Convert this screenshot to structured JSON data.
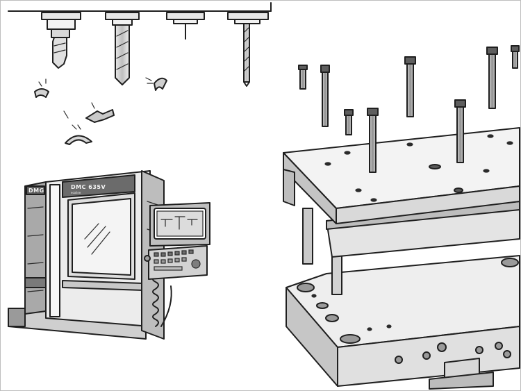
{
  "machine": {
    "brand_label": "DMG",
    "model_label": "DMC 635V",
    "model_sublabel": "ecoline"
  },
  "colors": {
    "ink": "#1f1f1f",
    "light_fill": "#ececec",
    "mid_fill": "#c8c8c8",
    "dark_fill": "#8a8a8a",
    "screen": "#dcdcdc",
    "background": "#ffffff"
  },
  "icons": {
    "cutting_tools": "end-mill-icons",
    "machine": "cnc-machining-center",
    "mold": "ejector-pin-mold-plates"
  }
}
